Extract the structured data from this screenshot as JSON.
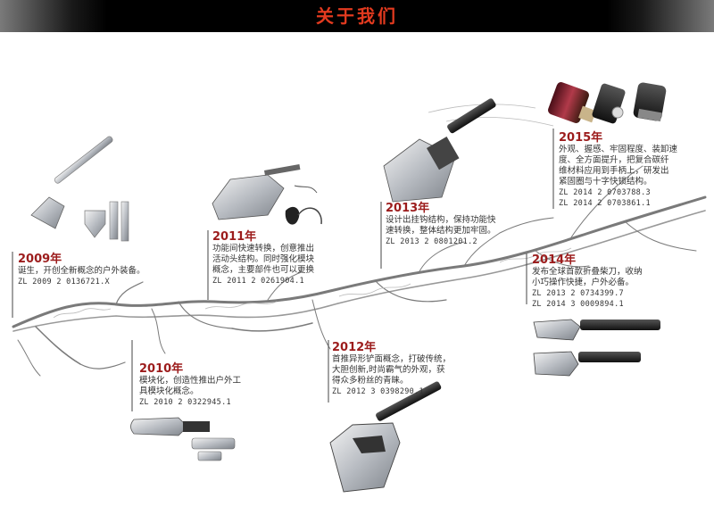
{
  "header": {
    "title": "关于我们"
  },
  "milestones": [
    {
      "year": "2009年",
      "desc": [
        "诞生，开创全新概念的户外装备。"
      ],
      "patents": [
        "ZL 2009 2 0136721.X"
      ]
    },
    {
      "year": "2010年",
      "desc": [
        "模块化，创造性推出户外工",
        "具模块化概念。"
      ],
      "patents": [
        "ZL 2010 2 0322945.1"
      ]
    },
    {
      "year": "2011年",
      "desc": [
        "功能间快速转换，创意推出",
        "活动头结构。同时强化模块",
        "概念，主要部件也可以更换"
      ],
      "patents": [
        "ZL 2011 2 0261904.1"
      ]
    },
    {
      "year": "2012年",
      "desc": [
        "首推异形铲面概念，打破传统，",
        "大胆创新,时尚霸气的外观，获",
        "得众多粉丝的青睐。"
      ],
      "patents": [
        "ZL 2012 3 0398290.1"
      ]
    },
    {
      "year": "2013年",
      "desc": [
        "设计出挂钩结构，保持功能快",
        "速转换，整体结构更加牢固。"
      ],
      "patents": [
        "ZL 2013 2 0801201.2"
      ]
    },
    {
      "year": "2014年",
      "desc": [
        "发布全球首款折叠柴刀，收纳",
        "小巧操作快捷，户外必备。"
      ],
      "patents": [
        "ZL 2013 2 0734399.7",
        "ZL 2014 3 0009894.1"
      ]
    },
    {
      "year": "2015年",
      "desc": [
        "外观、握感、牢固程度、装卸速",
        "度、全方面提升，把复合碳纤",
        "维材料应用到手柄上，研发出",
        "紧固圈与十字快锁结构。"
      ],
      "patents": [
        "ZL 2014 2 0703788.3",
        "ZL 2014 2 0703861.1"
      ]
    }
  ],
  "colors": {
    "year": "#9c1c1c",
    "title": "#e23a1f",
    "header": "#000000"
  }
}
